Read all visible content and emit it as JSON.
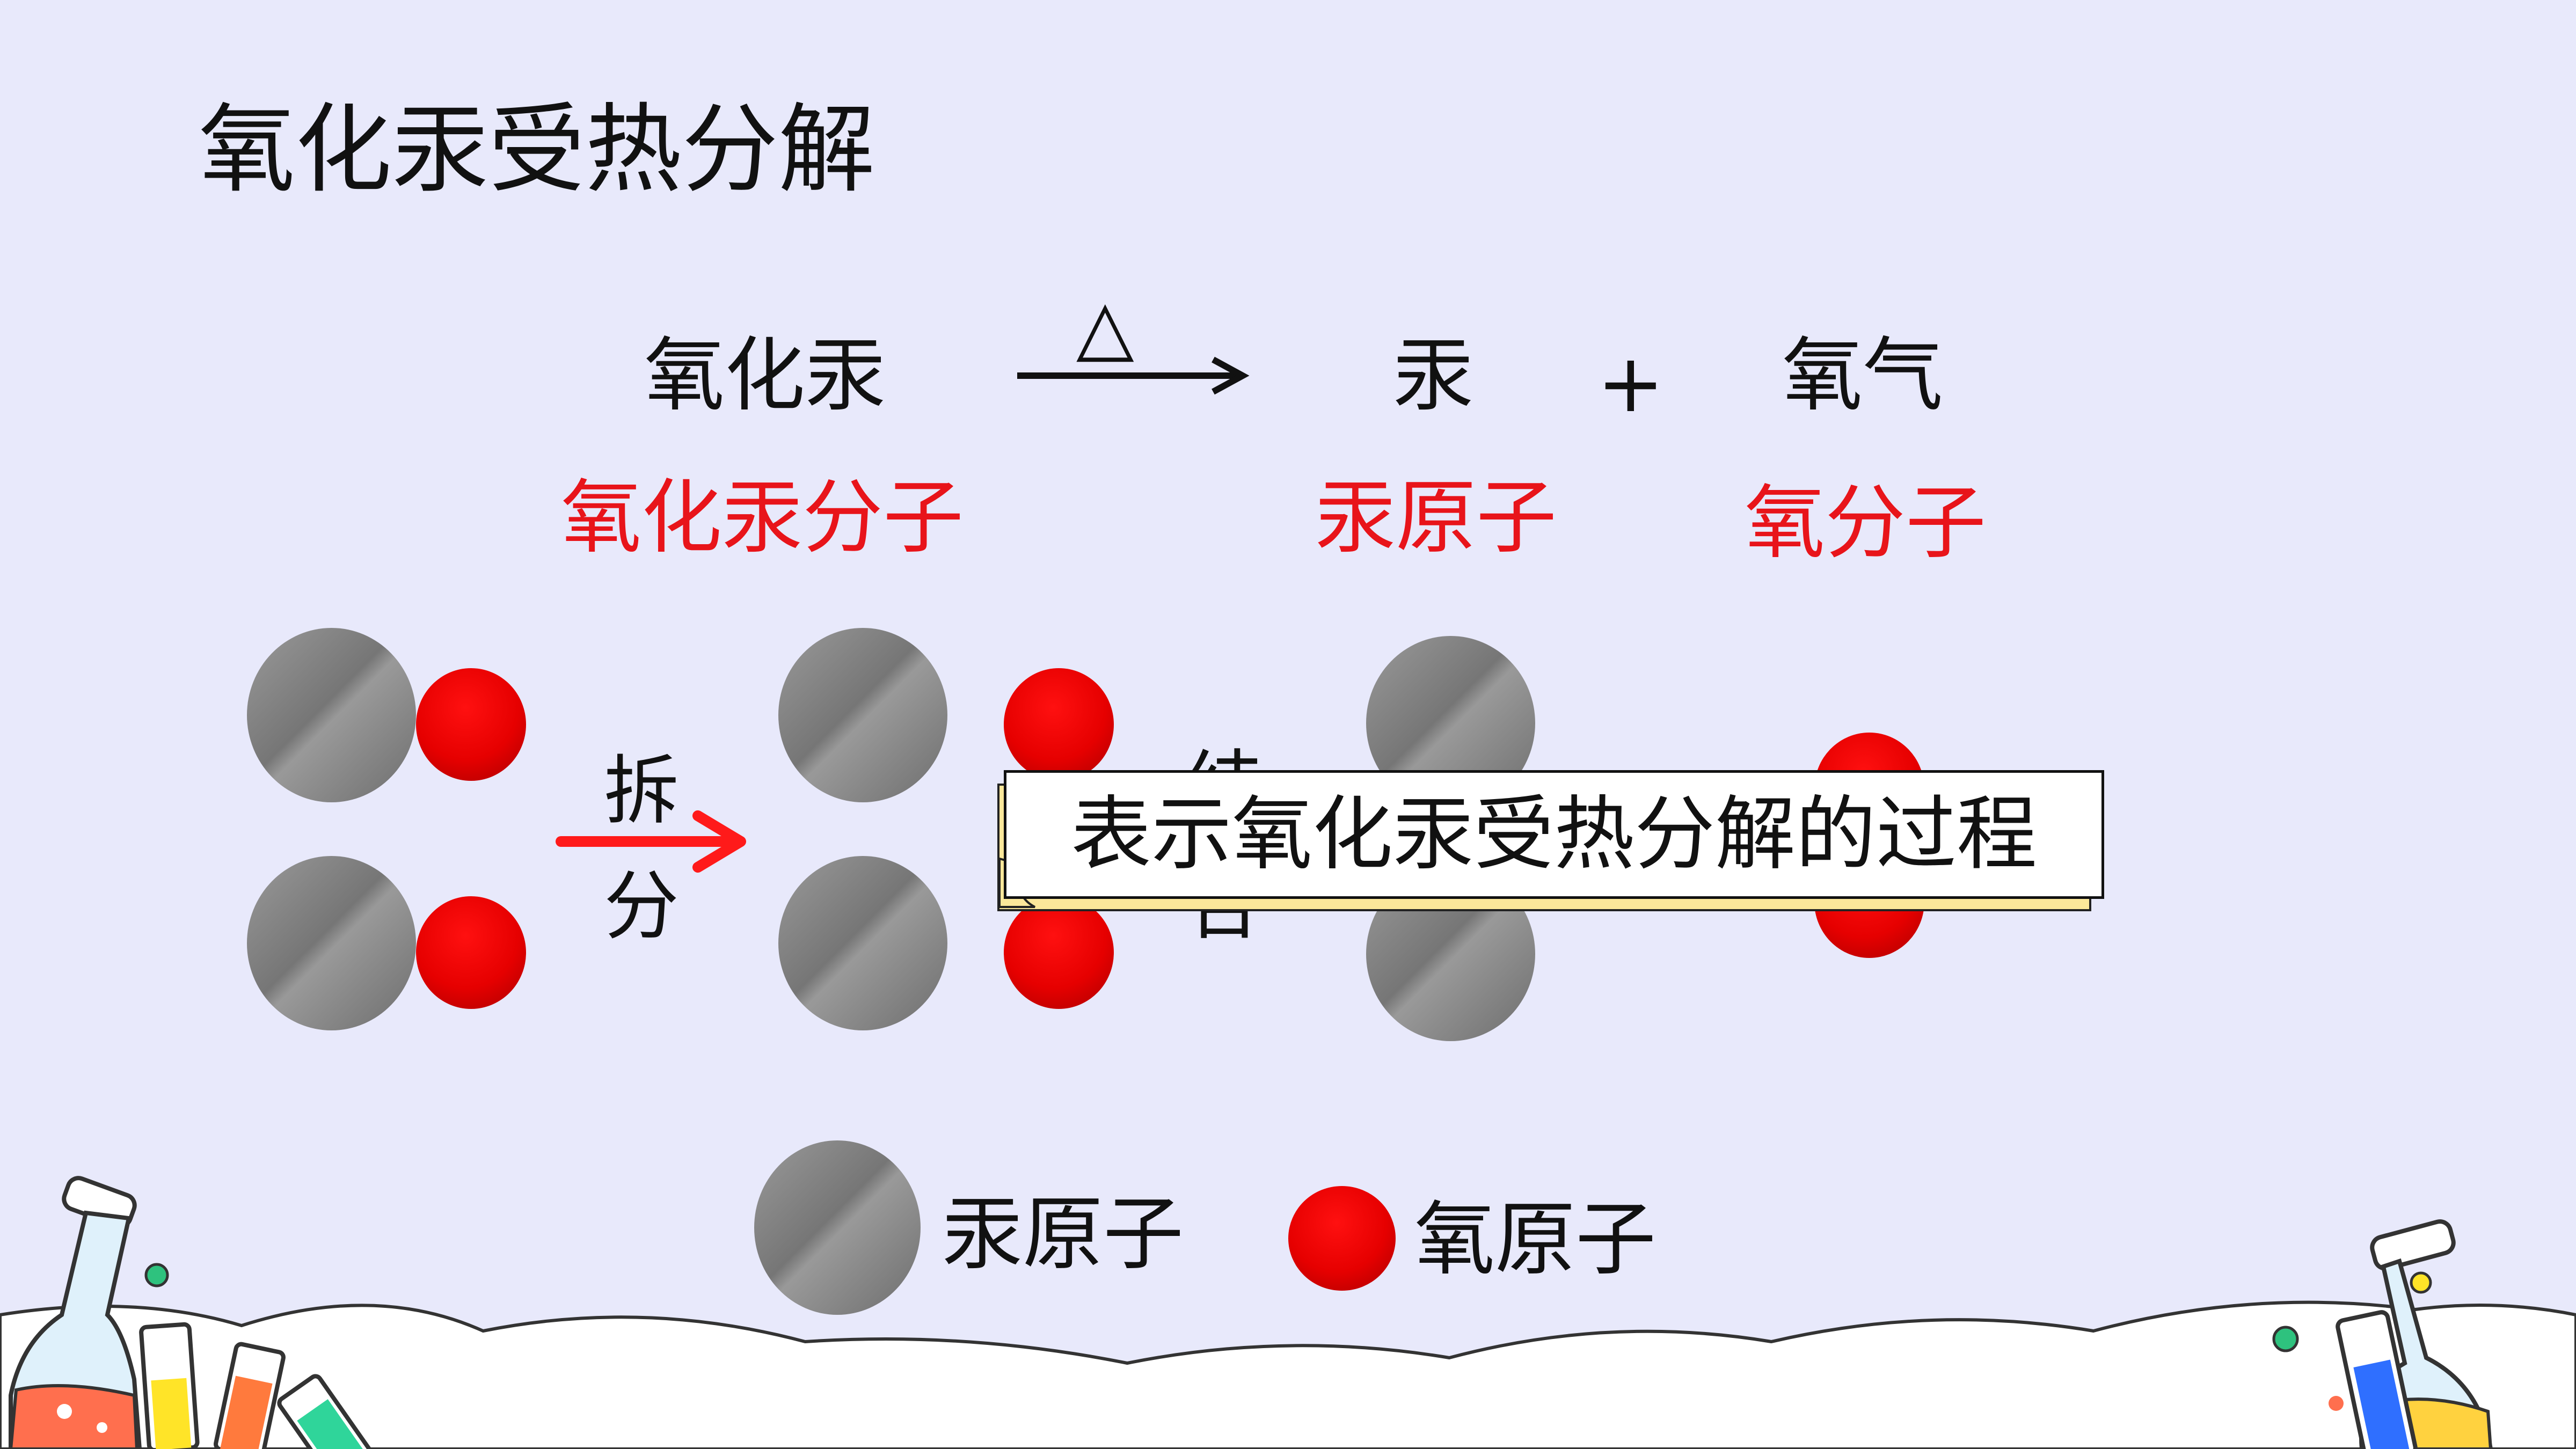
{
  "title": "氧化汞受热分解",
  "equation": {
    "reactant": "氧化汞",
    "condition": "△",
    "product1": "汞",
    "plus": "+",
    "product2": "氧气"
  },
  "particles": {
    "reactant": "氧化汞分子",
    "product1": "汞原子",
    "product2": "氧分子"
  },
  "steps": {
    "split_char1": "拆",
    "split_char2": "分",
    "combine_char1": "结",
    "combine_char2": "合"
  },
  "callout": "表示氧化汞受热分解的过程",
  "legend": {
    "hg_label": "汞原子",
    "o_label": "氧原子"
  },
  "colors": {
    "background": "#e8e9fb",
    "red_text": "#e8141a",
    "mercury_atom": "#808080",
    "oxygen_atom": "#e60000",
    "callout_shadow": "#fbe79a"
  }
}
